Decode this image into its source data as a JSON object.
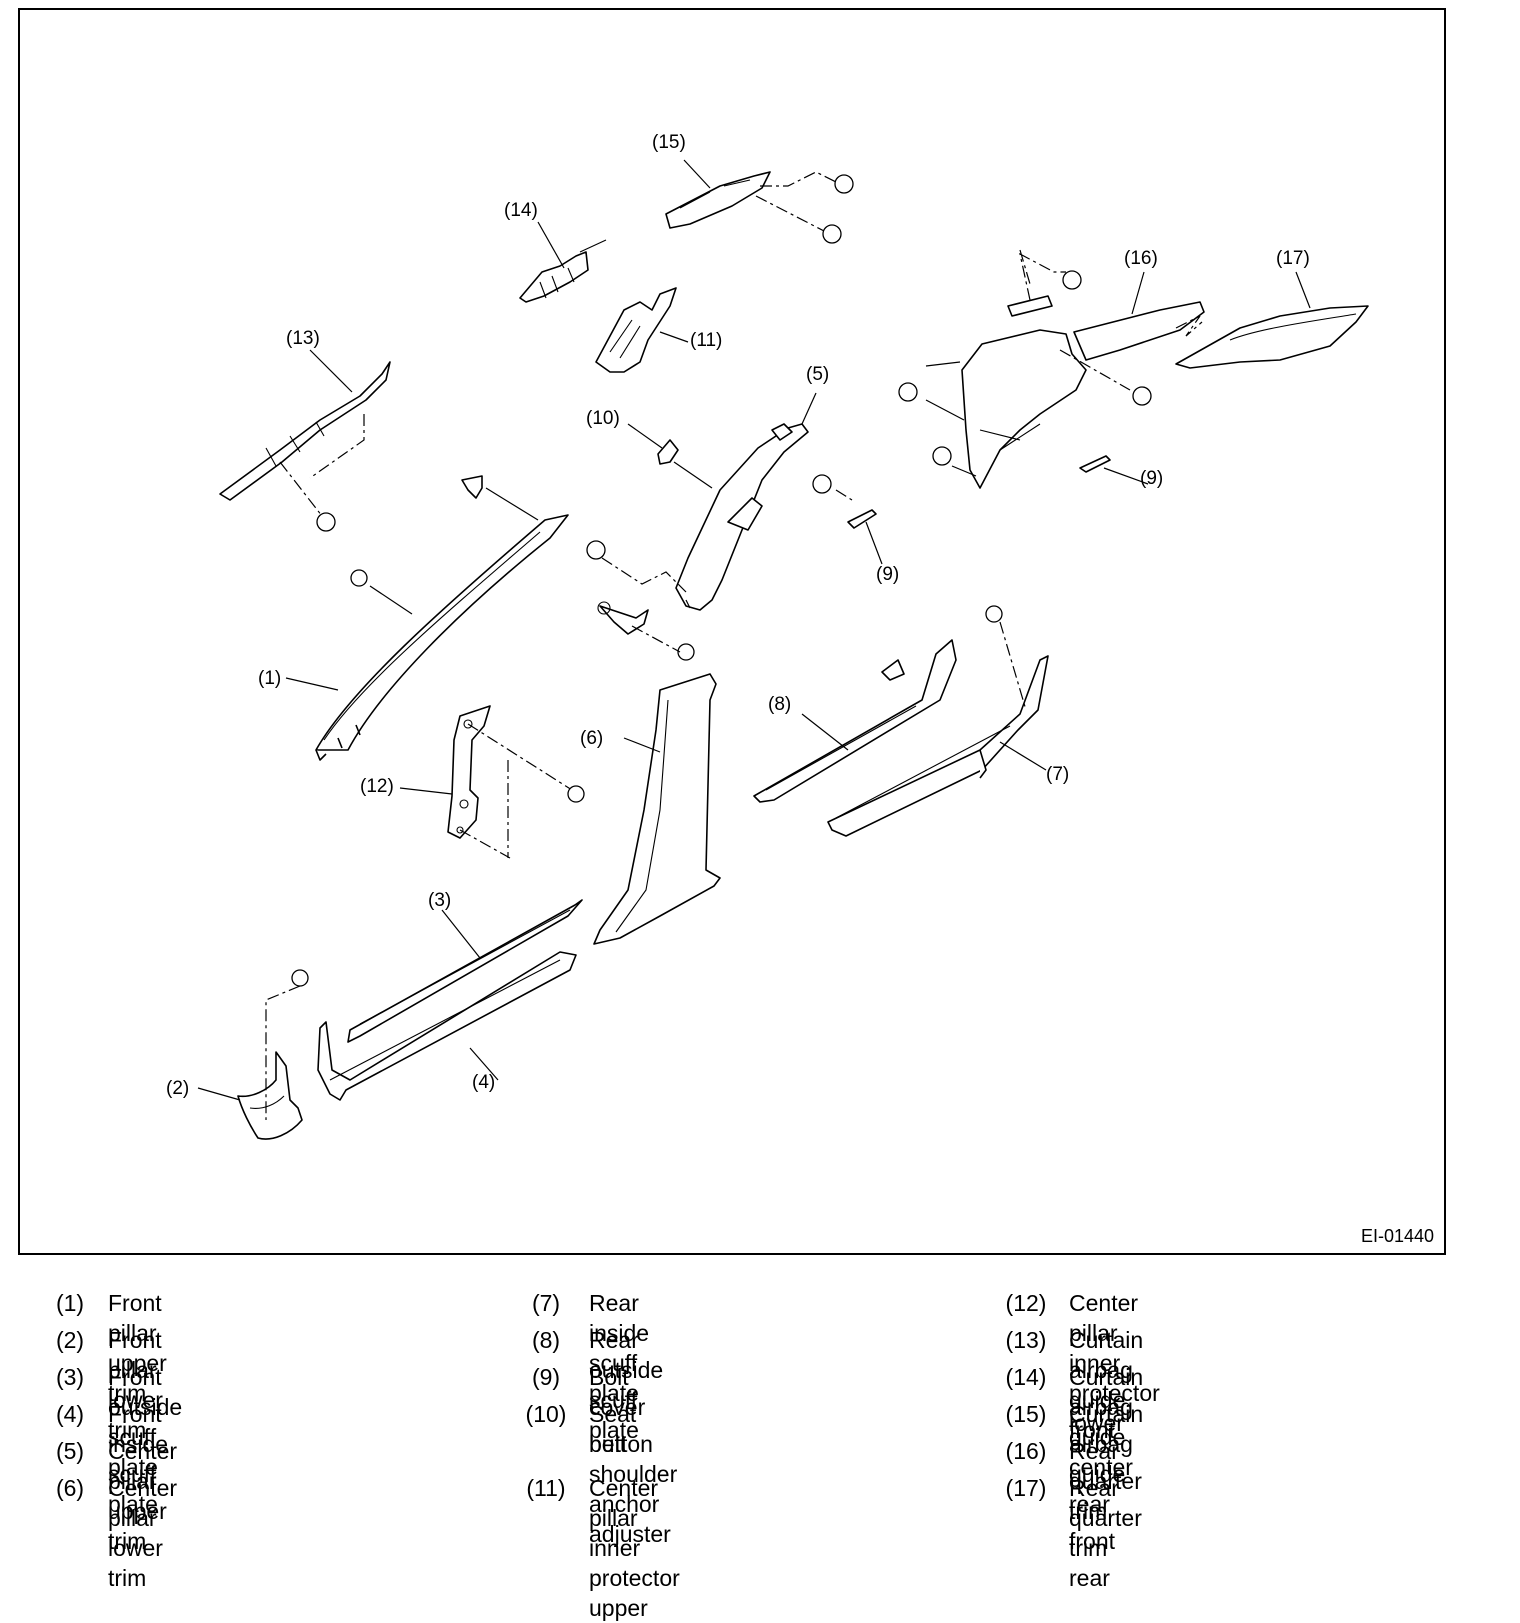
{
  "figure_code": "EI-01440",
  "callouts": [
    {
      "label": "(1)"
    },
    {
      "label": "(2)"
    },
    {
      "label": "(3)"
    },
    {
      "label": "(4)"
    },
    {
      "label": "(5)"
    },
    {
      "label": "(6)"
    },
    {
      "label": "(7)"
    },
    {
      "label": "(8)"
    },
    {
      "label": "(9)"
    },
    {
      "label": "(9)"
    },
    {
      "label": "(10)"
    },
    {
      "label": "(11)"
    },
    {
      "label": "(12)"
    },
    {
      "label": "(13)"
    },
    {
      "label": "(14)"
    },
    {
      "label": "(15)"
    },
    {
      "label": "(16)"
    },
    {
      "label": "(17)"
    }
  ],
  "legend": {
    "columns": [
      [
        {
          "num": "(1)",
          "text": "Front pillar upper trim"
        },
        {
          "num": "(2)",
          "text": "Front pillar lower trim"
        },
        {
          "num": "(3)",
          "text": "Front outside scuff plate"
        },
        {
          "num": "(4)",
          "text": "Front inside scuff plate"
        },
        {
          "num": "(5)",
          "text": "Center pillar upper trim"
        },
        {
          "num": "(6)",
          "text": "Center pillar lower trim"
        }
      ],
      [
        {
          "num": "(7)",
          "text": "Rear inside scuff plate"
        },
        {
          "num": "(8)",
          "text": "Rear outside scuff plate"
        },
        {
          "num": "(9)",
          "text": "Bolt cover"
        },
        {
          "num": "(10)",
          "text": "Seat belt shoulder anchor adjuster",
          "text2": "button"
        },
        {
          "num": "(11)",
          "text": "Center pillar inner protector upper"
        }
      ],
      [
        {
          "num": "(12)",
          "text": "Center pillar inner protector lower"
        },
        {
          "num": "(13)",
          "text": "Curtain airbag guide front"
        },
        {
          "num": "(14)",
          "text": "Curtain airbag guide center"
        },
        {
          "num": "(15)",
          "text": "Curtain airbag guide rear"
        },
        {
          "num": "(16)",
          "text": "Rear quarter trim front"
        },
        {
          "num": "(17)",
          "text": "Rear quarter trim rear"
        }
      ]
    ]
  }
}
